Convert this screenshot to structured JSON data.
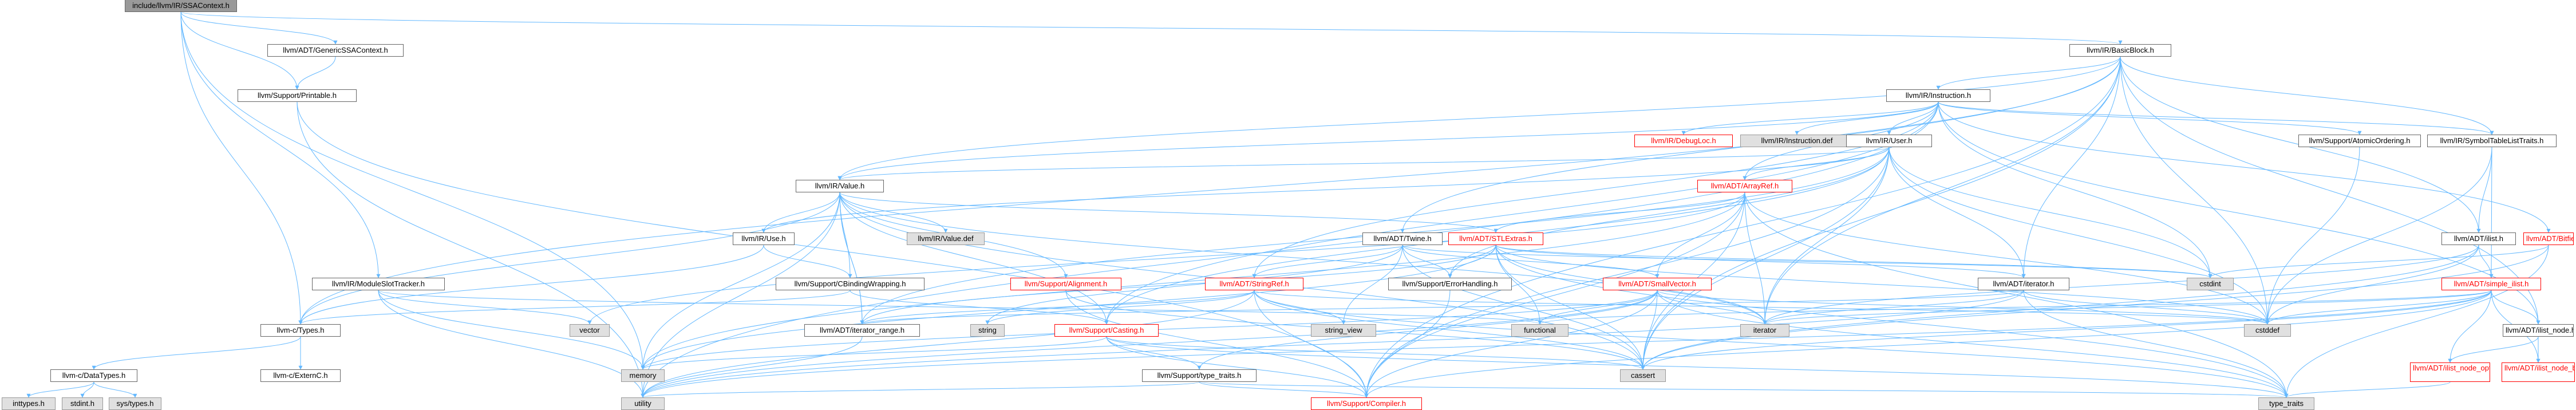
{
  "colors": {
    "root_fill": "#999999",
    "internal_fill": "#ffffff",
    "internal_border": "#666666",
    "missing_fill": "#e0e0e0",
    "missing_border": "#999999",
    "red_text": "#ff0000",
    "red_border": "#ff0000",
    "edge": "#63b8ff"
  },
  "nodes": [
    {
      "id": "root",
      "label": "include/llvm/IR/SSAContext.h",
      "kind": "root"
    },
    {
      "id": "BasicBlock",
      "label": "llvm/IR/BasicBlock.h",
      "kind": "internal"
    },
    {
      "id": "GenericSSA",
      "label": "llvm/ADT/GenericSSAContext.h",
      "kind": "internal"
    },
    {
      "id": "Printable",
      "label": "llvm/Support/Printable.h",
      "kind": "internal"
    },
    {
      "id": "Instruction",
      "label": "llvm/IR/Instruction.h",
      "kind": "internal"
    },
    {
      "id": "DebugLoc",
      "label": "llvm/IR/DebugLoc.h",
      "kind": "red"
    },
    {
      "id": "InstDef",
      "label": "llvm/IR/Instruction.def",
      "kind": "missing"
    },
    {
      "id": "User",
      "label": "llvm/IR/User.h",
      "kind": "internal"
    },
    {
      "id": "AtomicOrd",
      "label": "llvm/Support/AtomicOrdering.h",
      "kind": "internal"
    },
    {
      "id": "SymTab",
      "label": "llvm/IR/SymbolTableListTraits.h",
      "kind": "internal"
    },
    {
      "id": "Value",
      "label": "llvm/IR/Value.h",
      "kind": "internal"
    },
    {
      "id": "ArrayRef",
      "label": "llvm/ADT/ArrayRef.h",
      "kind": "red"
    },
    {
      "id": "Use",
      "label": "llvm/IR/Use.h",
      "kind": "internal"
    },
    {
      "id": "ValueDef",
      "label": "llvm/IR/Value.def",
      "kind": "missing"
    },
    {
      "id": "STLExtras",
      "label": "llvm/ADT/STLExtras.h",
      "kind": "red"
    },
    {
      "id": "Twine",
      "label": "llvm/ADT/Twine.h",
      "kind": "internal"
    },
    {
      "id": "ilist",
      "label": "llvm/ADT/ilist.h",
      "kind": "internal"
    },
    {
      "id": "Bitfields",
      "label": "llvm/ADT/Bitfields.h",
      "kind": "red"
    },
    {
      "id": "ModSlot",
      "label": "llvm/IR/ModuleSlotTracker.h",
      "kind": "internal"
    },
    {
      "id": "CBinding",
      "label": "llvm/Support/CBindingWrapping.h",
      "kind": "internal"
    },
    {
      "id": "Alignment",
      "label": "llvm/Support/Alignment.h",
      "kind": "red"
    },
    {
      "id": "StringRef",
      "label": "llvm/ADT/StringRef.h",
      "kind": "red"
    },
    {
      "id": "ErrHandling",
      "label": "llvm/Support/ErrorHandling.h",
      "kind": "internal"
    },
    {
      "id": "SmallVector",
      "label": "llvm/ADT/SmallVector.h",
      "kind": "red"
    },
    {
      "id": "ADTiterator",
      "label": "llvm/ADT/iterator.h",
      "kind": "internal"
    },
    {
      "id": "cstdint",
      "label": "cstdint",
      "kind": "missing"
    },
    {
      "id": "simpleilist",
      "label": "llvm/ADT/simple_ilist.h",
      "kind": "red"
    },
    {
      "id": "cTypes",
      "label": "llvm-c/Types.h",
      "kind": "internal"
    },
    {
      "id": "vector",
      "label": "vector",
      "kind": "missing"
    },
    {
      "id": "iterrange",
      "label": "llvm/ADT/iterator_range.h",
      "kind": "internal"
    },
    {
      "id": "string",
      "label": "string",
      "kind": "missing"
    },
    {
      "id": "Casting",
      "label": "llvm/Support/Casting.h",
      "kind": "red"
    },
    {
      "id": "stringview",
      "label": "string_view",
      "kind": "missing"
    },
    {
      "id": "functional",
      "label": "functional",
      "kind": "missing"
    },
    {
      "id": "stditerator",
      "label": "iterator",
      "kind": "missing"
    },
    {
      "id": "cstddef",
      "label": "cstddef",
      "kind": "missing"
    },
    {
      "id": "ilistnode",
      "label": "llvm/ADT/ilist_node.h",
      "kind": "internal"
    },
    {
      "id": "cDataTypes",
      "label": "llvm-c/DataTypes.h",
      "kind": "internal"
    },
    {
      "id": "cExternC",
      "label": "llvm-c/ExternC.h",
      "kind": "internal"
    },
    {
      "id": "memory",
      "label": "memory",
      "kind": "missing"
    },
    {
      "id": "typetraitsH",
      "label": "llvm/Support/type_traits.h",
      "kind": "internal"
    },
    {
      "id": "cassert",
      "label": "cassert",
      "kind": "missing"
    },
    {
      "id": "ilistopts",
      "label": "llvm/ADT/ilist_node_options.h",
      "kind": "red"
    },
    {
      "id": "ilistbase",
      "label": "llvm/ADT/ilist_node_base.h",
      "kind": "red"
    },
    {
      "id": "inttypes",
      "label": "inttypes.h",
      "kind": "missing"
    },
    {
      "id": "stdint",
      "label": "stdint.h",
      "kind": "missing"
    },
    {
      "id": "systypes",
      "label": "sys/types.h",
      "kind": "missing"
    },
    {
      "id": "utility",
      "label": "utility",
      "kind": "missing"
    },
    {
      "id": "Compiler",
      "label": "llvm/Support/Compiler.h",
      "kind": "red"
    },
    {
      "id": "typetraits",
      "label": "type_traits",
      "kind": "missing"
    }
  ],
  "edges": [
    [
      "root",
      "BasicBlock"
    ],
    [
      "root",
      "GenericSSA"
    ],
    [
      "root",
      "Printable"
    ],
    [
      "root",
      "ModSlot"
    ],
    [
      "root",
      "cTypes"
    ],
    [
      "root",
      "memory"
    ],
    [
      "GenericSSA",
      "Printable"
    ],
    [
      "Printable",
      "utility"
    ],
    [
      "Printable",
      "Compiler"
    ],
    [
      "BasicBlock",
      "Instruction"
    ],
    [
      "BasicBlock",
      "SymTab"
    ],
    [
      "BasicBlock",
      "Value"
    ],
    [
      "BasicBlock",
      "Twine"
    ],
    [
      "BasicBlock",
      "ilist"
    ],
    [
      "BasicBlock",
      "ADTiterator"
    ],
    [
      "BasicBlock",
      "cassert"
    ],
    [
      "BasicBlock",
      "cstddef"
    ],
    [
      "BasicBlock",
      "stditerator"
    ],
    [
      "BasicBlock",
      "cTypes"
    ],
    [
      "BasicBlock",
      "ilistnode"
    ],
    [
      "BasicBlock",
      "Compiler"
    ],
    [
      "Instruction",
      "DebugLoc"
    ],
    [
      "Instruction",
      "InstDef"
    ],
    [
      "Instruction",
      "User"
    ],
    [
      "Instruction",
      "AtomicOrd"
    ],
    [
      "Instruction",
      "SymTab"
    ],
    [
      "Instruction",
      "Value"
    ],
    [
      "Instruction",
      "Bitfields"
    ],
    [
      "Instruction",
      "StringRef"
    ],
    [
      "Instruction",
      "ArrayRef"
    ],
    [
      "Instruction",
      "cstdint"
    ],
    [
      "Instruction",
      "utility"
    ],
    [
      "Instruction",
      "Casting"
    ],
    [
      "Instruction",
      "ilistnode"
    ],
    [
      "User",
      "Value"
    ],
    [
      "User",
      "Use"
    ],
    [
      "User",
      "ArrayRef"
    ],
    [
      "User",
      "iterrange"
    ],
    [
      "User",
      "Casting"
    ],
    [
      "User",
      "ErrHandling"
    ],
    [
      "User",
      "Compiler"
    ],
    [
      "User",
      "cassert"
    ],
    [
      "User",
      "cstddef"
    ],
    [
      "User",
      "cstdint"
    ],
    [
      "User",
      "ADTiterator"
    ],
    [
      "User",
      "stditerator"
    ],
    [
      "AtomicOrd",
      "cstddef"
    ],
    [
      "SymTab",
      "ilist"
    ],
    [
      "SymTab",
      "simpleilist"
    ],
    [
      "SymTab",
      "cstddef"
    ],
    [
      "Value",
      "ValueDef"
    ],
    [
      "Value",
      "Use"
    ],
    [
      "Value",
      "STLExtras"
    ],
    [
      "Value",
      "iterrange"
    ],
    [
      "Value",
      "Alignment"
    ],
    [
      "Value",
      "Casting"
    ],
    [
      "Value",
      "CBinding"
    ],
    [
      "Value",
      "cTypes"
    ],
    [
      "Value",
      "cassert"
    ],
    [
      "Value",
      "iterrange"
    ],
    [
      "Value",
      "memory"
    ],
    [
      "Value",
      "stditerator"
    ],
    [
      "Value",
      "utility"
    ],
    [
      "ArrayRef",
      "Hashing"
    ],
    [
      "ArrayRef",
      "SmallVector"
    ],
    [
      "ArrayRef",
      "STLExtras"
    ],
    [
      "ArrayRef",
      "Compiler"
    ],
    [
      "ArrayRef",
      "cassert"
    ],
    [
      "ArrayRef",
      "cstddef"
    ],
    [
      "ArrayRef",
      "vector"
    ],
    [
      "ArrayRef",
      "stditerator"
    ],
    [
      "ArrayRef",
      "memory"
    ],
    [
      "ArrayRef",
      "typetraits"
    ],
    [
      "Use",
      "CBinding"
    ],
    [
      "Use",
      "cTypes"
    ],
    [
      "STLExtras",
      "ADTiterator"
    ],
    [
      "STLExtras",
      "iterrange"
    ],
    [
      "STLExtras",
      "ErrHandling"
    ],
    [
      "STLExtras",
      "functional"
    ],
    [
      "STLExtras",
      "cassert"
    ],
    [
      "STLExtras",
      "cstddef"
    ],
    [
      "STLExtras",
      "cstdint"
    ],
    [
      "STLExtras",
      "memory"
    ],
    [
      "STLExtras",
      "typetraits"
    ],
    [
      "STLExtras",
      "stditerator"
    ],
    [
      "Twine",
      "SmallVector"
    ],
    [
      "Twine",
      "StringRef"
    ],
    [
      "Twine",
      "ErrHandling"
    ],
    [
      "Twine",
      "cassert"
    ],
    [
      "Twine",
      "cstdint"
    ],
    [
      "Twine",
      "string"
    ],
    [
      "Twine",
      "stringview"
    ],
    [
      "ilist",
      "simpleilist"
    ],
    [
      "ilist",
      "cassert"
    ],
    [
      "ilist",
      "cstddef"
    ],
    [
      "ilist",
      "stditerator"
    ],
    [
      "Bitfields",
      "cassert"
    ],
    [
      "Bitfields",
      "cstdint"
    ],
    [
      "Bitfields",
      "limits"
    ],
    [
      "Bitfields",
      "typetraits"
    ],
    [
      "ModSlot",
      "functional"
    ],
    [
      "ModSlot",
      "memory"
    ],
    [
      "ModSlot",
      "utility"
    ],
    [
      "ModSlot",
      "vector"
    ],
    [
      "CBinding",
      "Casting"
    ],
    [
      "CBinding",
      "cTypes"
    ],
    [
      "Alignment",
      "cassert"
    ],
    [
      "Alignment",
      "Compiler"
    ],
    [
      "StringRef",
      "iterrange"
    ],
    [
      "StringRef",
      "Compiler"
    ],
    [
      "StringRef",
      "cassert"
    ],
    [
      "StringRef",
      "cstddef"
    ],
    [
      "StringRef",
      "cstring"
    ],
    [
      "StringRef",
      "limits"
    ],
    [
      "StringRef",
      "string"
    ],
    [
      "StringRef",
      "stringview"
    ],
    [
      "StringRef",
      "typetraits"
    ],
    [
      "StringRef",
      "utility"
    ],
    [
      "ErrHandling",
      "Compiler"
    ],
    [
      "SmallVector",
      "Compiler"
    ],
    [
      "SmallVector",
      "typetraitsH"
    ],
    [
      "SmallVector",
      "cassert"
    ],
    [
      "SmallVector",
      "cstddef"
    ],
    [
      "SmallVector",
      "functional"
    ],
    [
      "SmallVector",
      "stditerator"
    ],
    [
      "SmallVector",
      "memory"
    ],
    [
      "SmallVector",
      "typetraits"
    ],
    [
      "SmallVector",
      "utility"
    ],
    [
      "ADTiterator",
      "iterrange"
    ],
    [
      "ADTiterator",
      "cstddef"
    ],
    [
      "ADTiterator",
      "stditerator"
    ],
    [
      "ADTiterator",
      "typetraits"
    ],
    [
      "ADTiterator",
      "utility"
    ],
    [
      "simpleilist",
      "ilistbase"
    ],
    [
      "simpleilist",
      "ilistnode"
    ],
    [
      "simpleilist",
      "ilistopts"
    ],
    [
      "simpleilist",
      "Compiler"
    ],
    [
      "simpleilist",
      "cassert"
    ],
    [
      "simpleilist",
      "cstddef"
    ],
    [
      "simpleilist",
      "functional"
    ],
    [
      "simpleilist",
      "stditerator"
    ],
    [
      "simpleilist",
      "utility"
    ],
    [
      "cTypes",
      "cDataTypes"
    ],
    [
      "cTypes",
      "cExternC"
    ],
    [
      "iterrange",
      "utility"
    ],
    [
      "Casting",
      "typetraitsH"
    ],
    [
      "Casting",
      "Compiler"
    ],
    [
      "Casting",
      "cassert"
    ],
    [
      "Casting",
      "memory"
    ],
    [
      "Casting",
      "optional"
    ],
    [
      "Casting",
      "typetraits"
    ],
    [
      "ilistnode",
      "ilistopts"
    ],
    [
      "ilistnode",
      "ilistbase"
    ],
    [
      "cDataTypes",
      "inttypes"
    ],
    [
      "cDataTypes",
      "stdint"
    ],
    [
      "cDataTypes",
      "systypes"
    ],
    [
      "typetraitsH",
      "Compiler"
    ],
    [
      "typetraitsH",
      "typetraits"
    ],
    [
      "typetraitsH",
      "utility"
    ],
    [
      "ilistopts",
      "typetraits"
    ]
  ]
}
